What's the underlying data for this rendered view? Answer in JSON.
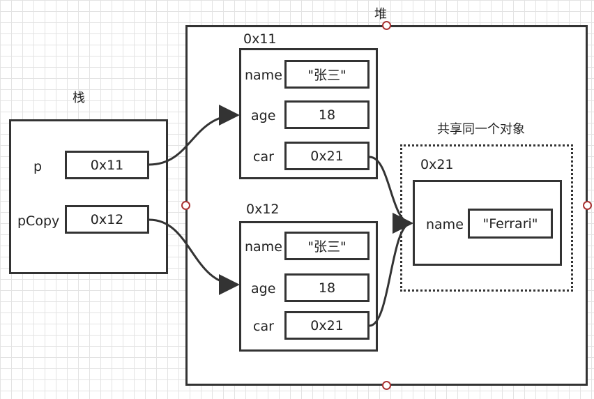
{
  "stack": {
    "title": "栈",
    "vars": [
      {
        "name": "p",
        "value": "0x11"
      },
      {
        "name": "pCopy",
        "value": "0x12"
      }
    ]
  },
  "heap": {
    "title": "堆",
    "objects": [
      {
        "address": "0x11",
        "fields": [
          {
            "key": "name",
            "value": "\"张三\""
          },
          {
            "key": "age",
            "value": "18"
          },
          {
            "key": "car",
            "value": "0x21"
          }
        ]
      },
      {
        "address": "0x12",
        "fields": [
          {
            "key": "name",
            "value": "\"张三\""
          },
          {
            "key": "age",
            "value": "18"
          },
          {
            "key": "car",
            "value": "0x21"
          }
        ]
      }
    ],
    "shared": {
      "caption": "共享同一个对象",
      "address": "0x21",
      "fields": [
        {
          "key": "name",
          "value": "\"Ferrari\""
        }
      ]
    }
  }
}
